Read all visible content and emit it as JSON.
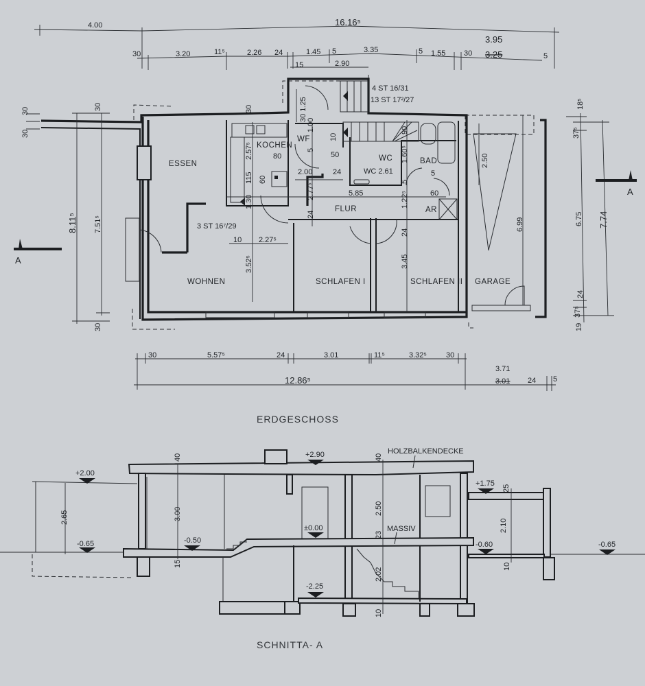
{
  "plan": {
    "title": "ERDGESCHOSS",
    "rooms": {
      "essen": "ESSEN",
      "wohnen": "WOHNEN",
      "kochen": "KOCHEN",
      "wf": "WF",
      "wc": "WC",
      "bad": "BAD",
      "flur": "FLUR",
      "ar": "AR",
      "schlafen1": "SCHLAFEN I",
      "schlafen2": "SCHLAFEN II",
      "garage": "GARAGE"
    },
    "stairs": [
      "4 ST 16/31",
      "13 ST 17²/27",
      "3 ST 16⁷/29"
    ],
    "section_marker": "A",
    "dims_top": [
      "4.00",
      "16.16⁵",
      "30",
      "3.20",
      "11⁵",
      "2.26",
      "24",
      "1.45",
      "5",
      "3.35",
      "5",
      "1.55",
      "30",
      "3.95",
      "3.25",
      "5",
      "15",
      "2.90"
    ],
    "dims_left": [
      "30",
      "30",
      "30",
      "8.11⁵",
      "7.51⁵",
      "30"
    ],
    "dims_right": [
      "18⁵",
      "37⁵",
      "6.75",
      "7.74",
      "24",
      "37⁵",
      "19"
    ],
    "dims_interior": [
      "30 1.25",
      "1.00",
      "10",
      "2.57⁵",
      "80",
      "5",
      "50",
      "2.00",
      "24",
      "115",
      "60",
      "2.77⁵",
      "1.30",
      "24",
      "WC 2.61",
      "1.60⁵",
      "90",
      "5",
      "5",
      "5.85",
      "1.22⁵",
      "60",
      "10",
      "2.27⁵",
      "3.52⁵",
      "24",
      "3.45",
      "2.50",
      "6.99",
      "30"
    ],
    "dims_bottom": [
      "30",
      "5.57⁵",
      "24",
      "3.01",
      "11⁵",
      "3.32⁵",
      "30",
      "12.86⁵",
      "3.71",
      "3.01",
      "24",
      "5"
    ]
  },
  "section": {
    "title": "SCHNITTA- A",
    "notes": [
      "HOLZBALKENDECKE",
      "MASSIV"
    ],
    "levels": [
      "+2.00",
      "+2.90",
      "+1.75",
      "±0.00",
      "-0.65",
      "-0.50",
      "-0.60",
      "-0.65",
      "-2.25"
    ],
    "dims": [
      "40",
      "40",
      "2.65",
      "3.00",
      "2.50",
      "25",
      "2.10",
      "23",
      "15",
      "10",
      "2.02",
      "10"
    ]
  }
}
